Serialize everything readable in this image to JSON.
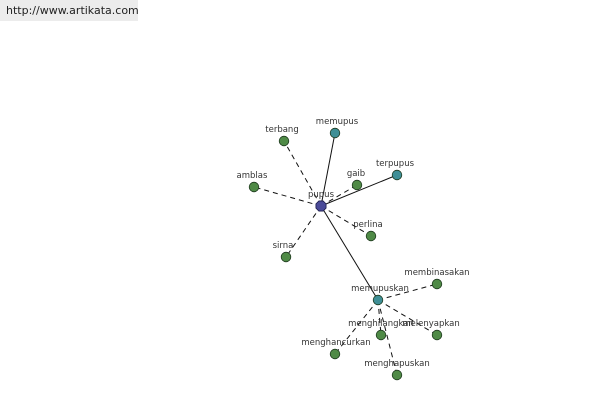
{
  "banner": {
    "text": "http://www.artikata.com"
  },
  "colors": {
    "center": "#4a4a98",
    "teal": "#3f8f96",
    "green": "#4f8a46"
  },
  "graph": {
    "nodes": [
      {
        "id": "pupus",
        "label": "pupus",
        "color": "center"
      },
      {
        "id": "memupus",
        "label": "memupus",
        "color": "teal"
      },
      {
        "id": "terpupus",
        "label": "terpupus",
        "color": "teal"
      },
      {
        "id": "memupuskan",
        "label": "memupuskan",
        "color": "teal"
      },
      {
        "id": "terbang",
        "label": "terbang",
        "color": "green"
      },
      {
        "id": "amblas",
        "label": "amblas",
        "color": "green"
      },
      {
        "id": "gaib",
        "label": "gaib",
        "color": "green"
      },
      {
        "id": "perlina",
        "label": "perlina",
        "color": "green"
      },
      {
        "id": "sirna",
        "label": "sirna",
        "color": "green"
      },
      {
        "id": "membinasakan",
        "label": "membinasakan",
        "color": "green"
      },
      {
        "id": "menghilangkan",
        "label": "menghilangkan",
        "color": "green"
      },
      {
        "id": "melenyapkan",
        "label": "melenyapkan",
        "color": "green"
      },
      {
        "id": "menghancurkan",
        "label": "menghancurkan",
        "color": "green"
      },
      {
        "id": "menghapuskan",
        "label": "menghapuskan",
        "color": "green"
      }
    ],
    "edges": [
      {
        "from": "pupus",
        "to": "memupus",
        "style": "solid"
      },
      {
        "from": "pupus",
        "to": "terpupus",
        "style": "solid"
      },
      {
        "from": "pupus",
        "to": "memupuskan",
        "style": "solid"
      },
      {
        "from": "pupus",
        "to": "terbang",
        "style": "dashed"
      },
      {
        "from": "pupus",
        "to": "amblas",
        "style": "dashed"
      },
      {
        "from": "pupus",
        "to": "gaib",
        "style": "dashed"
      },
      {
        "from": "pupus",
        "to": "perlina",
        "style": "dashed"
      },
      {
        "from": "pupus",
        "to": "sirna",
        "style": "dashed"
      },
      {
        "from": "memupuskan",
        "to": "membinasakan",
        "style": "dashed"
      },
      {
        "from": "memupuskan",
        "to": "menghilangkan",
        "style": "dashed"
      },
      {
        "from": "memupuskan",
        "to": "melenyapkan",
        "style": "dashed"
      },
      {
        "from": "memupuskan",
        "to": "menghancurkan",
        "style": "dashed"
      },
      {
        "from": "memupuskan",
        "to": "menghapuskan",
        "style": "dashed"
      }
    ]
  }
}
